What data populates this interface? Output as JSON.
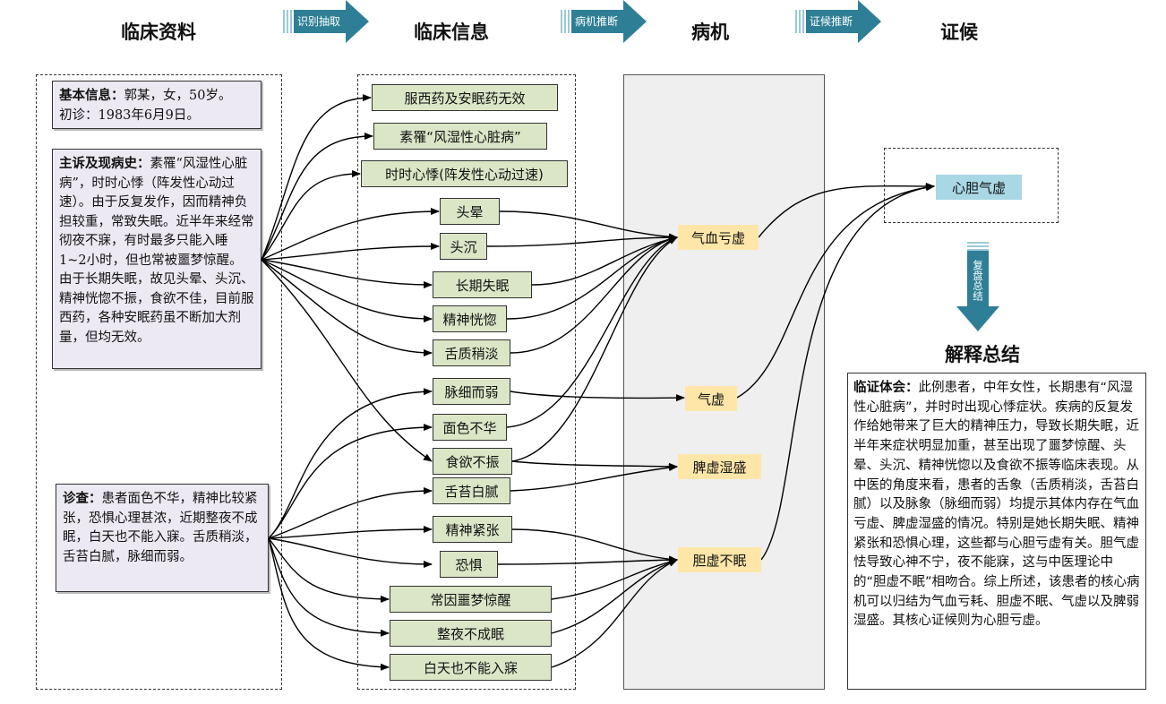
{
  "headers": {
    "clinical_data": "临床资料",
    "clinical_info": "临床信息",
    "pathogenesis": "病机",
    "syndrome": "证候",
    "summary_title": "解释总结"
  },
  "banners": {
    "identify": "识别抽取",
    "patho_infer": "病机推断",
    "syndrome_infer": "证候推断",
    "review": "复盘总结"
  },
  "basic_info": {
    "label": "基本信息：",
    "line1": "郭某，女，50岁。",
    "line2": "初诊：1983年6月9日。"
  },
  "history": {
    "label": "主诉及现病史：",
    "text": "素罹“风湿性心脏病”，时时心悸（阵发性心动过速）。由于反复发作，因而精神负担较重，常致失眠。近半年来经常彻夜不寐，有时最多只能入睡1~2小时，但也常被噩梦惊醒。由于长期失眠，故见头晕、头沉、精神恍惚不振，食欲不佳，目前服西药，各种安眠药虽不断加大剂量，但均无效。"
  },
  "exam": {
    "label": "诊查：",
    "text": "患者面色不华，精神比较紧张，恐惧心理甚浓，近期整夜不成眠，白天也不能入寐。舌质稍淡，舌苔白腻，脉细而弱。"
  },
  "clinical_nodes": [
    "服西药及安眠药无效",
    "素罹“风湿性心脏病”",
    "时时心悸(阵发性心动过速)",
    "头晕",
    "头沉",
    "长期失眠",
    "精神恍惚",
    "舌质稍淡",
    "脉细而弱",
    "面色不华",
    "食欲不振",
    "舌苔白腻",
    "精神紧张",
    "恐惧",
    "常因噩梦惊醒",
    "整夜不成眠",
    "白天也不能入寐"
  ],
  "pathogenesis_nodes": [
    "气血亏虚",
    "气虚",
    "脾虚湿盛",
    "胆虚不眠"
  ],
  "syndrome_node": "心胆气虚",
  "summary": {
    "label": "临证体会：",
    "text": "此例患者，中年女性，长期患有“风湿性心脏病”，并时时出现心悸症状。疾病的反复发作给她带来了巨大的精神压力，导致长期失眠，近半年来症状明显加重，甚至出现了噩梦惊醒、头晕、头沉、精神恍惚以及食欲不振等临床表现。从中医的角度来看，患者的舌象（舌质稍淡，舌苔白腻）以及脉象（脉细而弱）均提示其体内存在气血亏虚、脾虚湿盛的情况。特别是她长期失眠、精神紧张和恐惧心理，这些都与心胆亏虚有关。胆气虚怯导致心神不宁，夜不能寐，这与中医理论中的“胆虚不眠”相吻合。综上所述，该患者的核心病机可以归结为气血亏耗、胆虚不眠、气虚以及脾弱湿盛。其核心证候则为心胆亏虚。"
  },
  "colors": {
    "banner": "#2e7f96",
    "node_fill": "#dbe6c7",
    "patho_fill": "#fde6a8",
    "syndrome_fill": "#a8d8e4",
    "info_fill": "#ece9f2"
  }
}
